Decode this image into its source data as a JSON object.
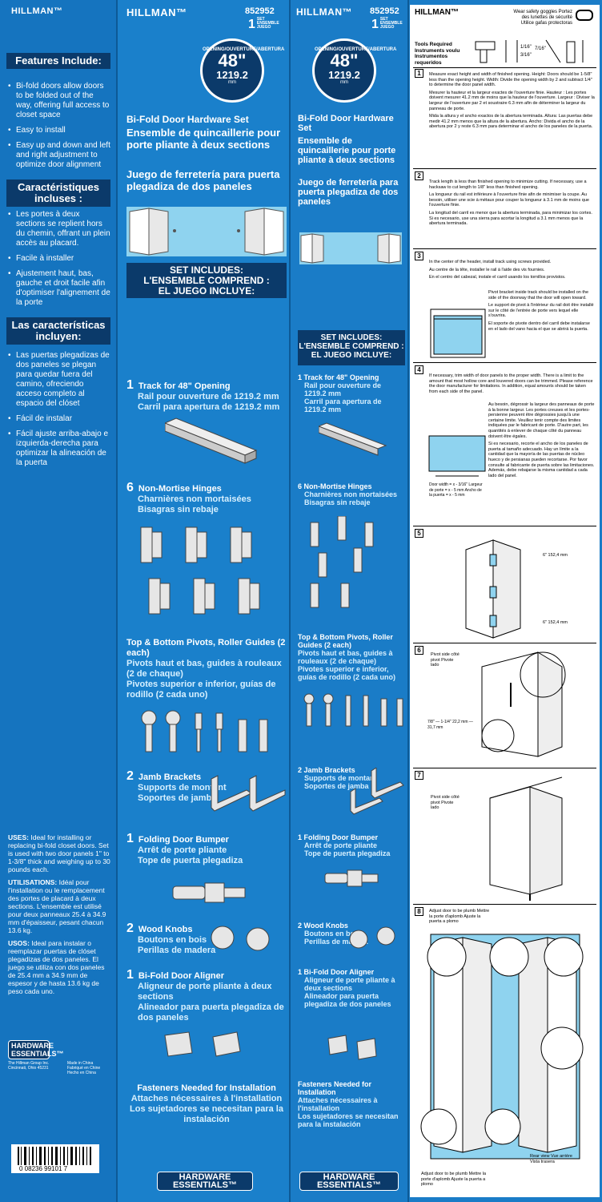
{
  "brand": "HILLMAN™",
  "sku": "852952",
  "set_qty": "1",
  "set_label": "SET ENSEMBLE JUEGO",
  "features": {
    "heading_en": "Features Include:",
    "items_en": [
      "Bi-fold doors allow doors to be folded out of the way, offering full access to closet space",
      "Easy to install",
      "Easy up and down and left and right adjustment to optimize door alignment"
    ],
    "heading_fr": "Caractéristiques incluses :",
    "items_fr": [
      "Les portes à deux sections se replient hors du chemin, offrant un plein accès au placard.",
      "Facile à installer",
      "Ajustement haut, bas, gauche et droit facile afin d'optimiser l'alignement de la porte"
    ],
    "heading_es": "Las características incluyen:",
    "items_es": [
      "Las puertas plegadizas de dos paneles se plegan para quedar fuera del camino, ofreciendo acceso completo al espacio del clóset",
      "Fácil de instalar",
      "Fácil ajuste arriba-abajo e izquierda-derecha para optimizar la alineación de la puerta"
    ]
  },
  "uses": {
    "en_label": "USES:",
    "en": "Ideal for installing or replacing bi-fold closet doors. Set is used with two door panels 1\" to 1-3/8\" thick and weighing up to 30 pounds each.",
    "fr_label": "UTILISATIONS:",
    "fr": "Idéal pour l'installation ou le remplacement des portes de placard à deux sections. L'ensemble est utilisé pour deux panneaux 25.4 à 34.9 mm d'épaisseur, pesant chacun 13.6 kg.",
    "es_label": "USOS:",
    "es": "Ideal para instalar o reemplazar puertas de clóset plegadizas de dos paneles. El juego se utiliza con dos paneles de 25.4 mm a 34.9 mm de espesor y de hasta 13.6 kg de peso cada uno."
  },
  "company": {
    "name": "The Hillman Group Inc. Cincinnati, Ohio 45231",
    "made": "Made in China Fabriqué en Chine Hecho en China"
  },
  "logo": {
    "top": "HARDWARE",
    "bottom": "ESSENTIALS™"
  },
  "badge": {
    "top": "OPENING/OUVERTURE/ABERTURA",
    "size": "48\"",
    "metric": "1219.2",
    "unit": "mm"
  },
  "title": {
    "en": "Bi-Fold Door Hardware Set",
    "fr": "Ensemble de quincaillerie pour porte pliante à deux sections",
    "es": "Juego de ferretería para puerta plegadiza de dos paneles"
  },
  "set_includes": {
    "en": "SET INCLUDES:",
    "fr": "L'ENSEMBLE COMPREND :",
    "es": "EL JUEGO INCLUYE:"
  },
  "items": [
    {
      "qty": "1",
      "en": "Track for 48\" Opening",
      "fr": "Rail pour ouverture de 1219.2 mm",
      "es": "Carril para apertura de 1219.2 mm"
    },
    {
      "qty": "6",
      "en": "Non-Mortise Hinges",
      "fr": "Charnières non mortaisées",
      "es": "Bisagras sin rebaje"
    },
    {
      "qty": "",
      "en": "Top & Bottom Pivots, Roller Guides (2 each)",
      "fr": "Pivots haut et bas, guides à rouleaux (2 de chaque)",
      "es": "Pivotes superior e inferior, guías de rodillo (2 cada uno)"
    },
    {
      "qty": "2",
      "en": "Jamb Brackets",
      "fr": "Supports de montant",
      "es": "Soportes de jamba"
    },
    {
      "qty": "1",
      "en": "Folding Door Bumper",
      "fr": "Arrêt de porte pliante",
      "es": "Tope de puerta plegadiza"
    },
    {
      "qty": "2",
      "en": "Wood Knobs",
      "fr": "Boutons en bois",
      "es": "Perillas de madera"
    },
    {
      "qty": "1",
      "en": "Bi-Fold Door Aligner",
      "fr": "Aligneur de porte pliante à deux sections",
      "es": "Alineador para puerta plegadiza de dos paneles"
    }
  ],
  "fasteners": {
    "en": "Fasteners Needed for Installation",
    "fr": "Attaches nécessaires à l'installation",
    "es": "Los sujetadores se necesitan para la instalación"
  },
  "barcode": "0 08236 99101 7",
  "instructions": {
    "safety": "Wear safety goggles Portez des lunettes de sécurité Utilice gafas protectoras",
    "tools": "Tools Required Instruments voulu Instrumentos requeridos",
    "bits": [
      "1/16\"",
      "3/16\"",
      "7/16\""
    ],
    "steps": [
      {
        "n": "1",
        "p": [
          "Measure exact height and width of finished opening. Height: Doors should be 1-5/8\" less than the opening height. Width: Divide the opening width by 2 and subtract 1/4\" to determine the door panel width.",
          "Mesurer la hauteur et la largeur exactes de l'ouverture finie. Hauteur : Les portes doivent mesurer 41.2 mm de moins que la hauteur de l'ouverture. Largeur : Diviser la largeur de l'ouverture par 2 et soustraire 6.3 mm afin de déterminer la largeur du panneau de porte.",
          "Mida la altura y el ancho exactos de la abertura terminada. Altura: Las puertas debe medir 41.2 mm menos que la altura de la abertura. Ancho: Divida el ancho de la abertura por 2 y reste 6.3 mm para determinar el ancho de los paneles de la puerta."
        ]
      },
      {
        "n": "2",
        "p": [
          "Track length is less than finished opening to minimize cutting. If necessary, use a hacksaw to cut length to 1/8\" less than finished opening.",
          "La longueur du rail est inférieure à l'ouverture finie afin de minimiser la coupe. Au besoin, utiliser une scie à métaux pour couper la longueur à 3.1 mm de moins que l'ouverture finie.",
          "La longitud del carril es menor que la abertura terminada, para minimizar los cortes. Si es necesario, use una sierra para acortar la longitud a 3.1 mm menos que la abertura terminada."
        ]
      },
      {
        "n": "3",
        "p": [
          "In the center of the header, install track using screws provided.",
          "Au centre de la tête, installer le rail à l'aide des vis fournies.",
          "En el centro del cabezal, instale el carril usando los tornillos provistos.",
          "Pivot bracket inside track should be installed on the side of the doorway that the door will open toward.",
          "Le support de pivot à l'intérieur du rail doit être installé sur le côté de l'entrée de porte vers lequel elle s'ouvrira.",
          "El soporte de pivote dentro del carril debe instalarse en el lado del vano hacia el que se abrirá la puerta."
        ]
      },
      {
        "n": "4",
        "p": [
          "If necessary, trim width of door panels to the proper width. There is a limit to the amount that most hollow core and louvered doors can be trimmed. Please reference the door manufacturer for limitations. In addition, equal amounts should be taken from each side of the panel.",
          "Au besoin, dégrossir la largeur des panneaux de porte à la bonne largeur. Les portes creuses et les portes-persienne peuvent être dégrossies jusqu'à une certaine limite. Veuillez tenir compte des limites indiquées par le fabricant de porte. D'autre part, les quantités à enlever de chaque côté du panneau doivent être égales.",
          "Si es necesario, recorte el ancho de los paneles de puerta al tamaño adecuado. Hay un límite a la cantidad que la mayoría de las puertas de núcleo hueco y de persianas pueden recortarse. Por favor consulte al fabricante de puerta sobre las limitaciones. Además, debe rebajarse la misma cantidad a cada lado del panel."
        ]
      }
    ],
    "door_width": "Door width = x - 3/16\" Largeur de porte = x - 5 mm Ancho de la puerta = x - 5 mm",
    "step5_dim": "6\" 152,4 mm",
    "pivot_side": "Pivot side côté pivot Pivote lado",
    "step6_dim": "7/8\" — 1-1/4\" 22,2 mm — 31,7 mm",
    "step_nums": [
      "5",
      "6",
      "7",
      "8"
    ],
    "plumb": "Adjust door to be plumb Mettre la porte d'aplomb Ajuste la puerta a plomo",
    "rear": "Rear view Vue arrière Vista trasera"
  }
}
